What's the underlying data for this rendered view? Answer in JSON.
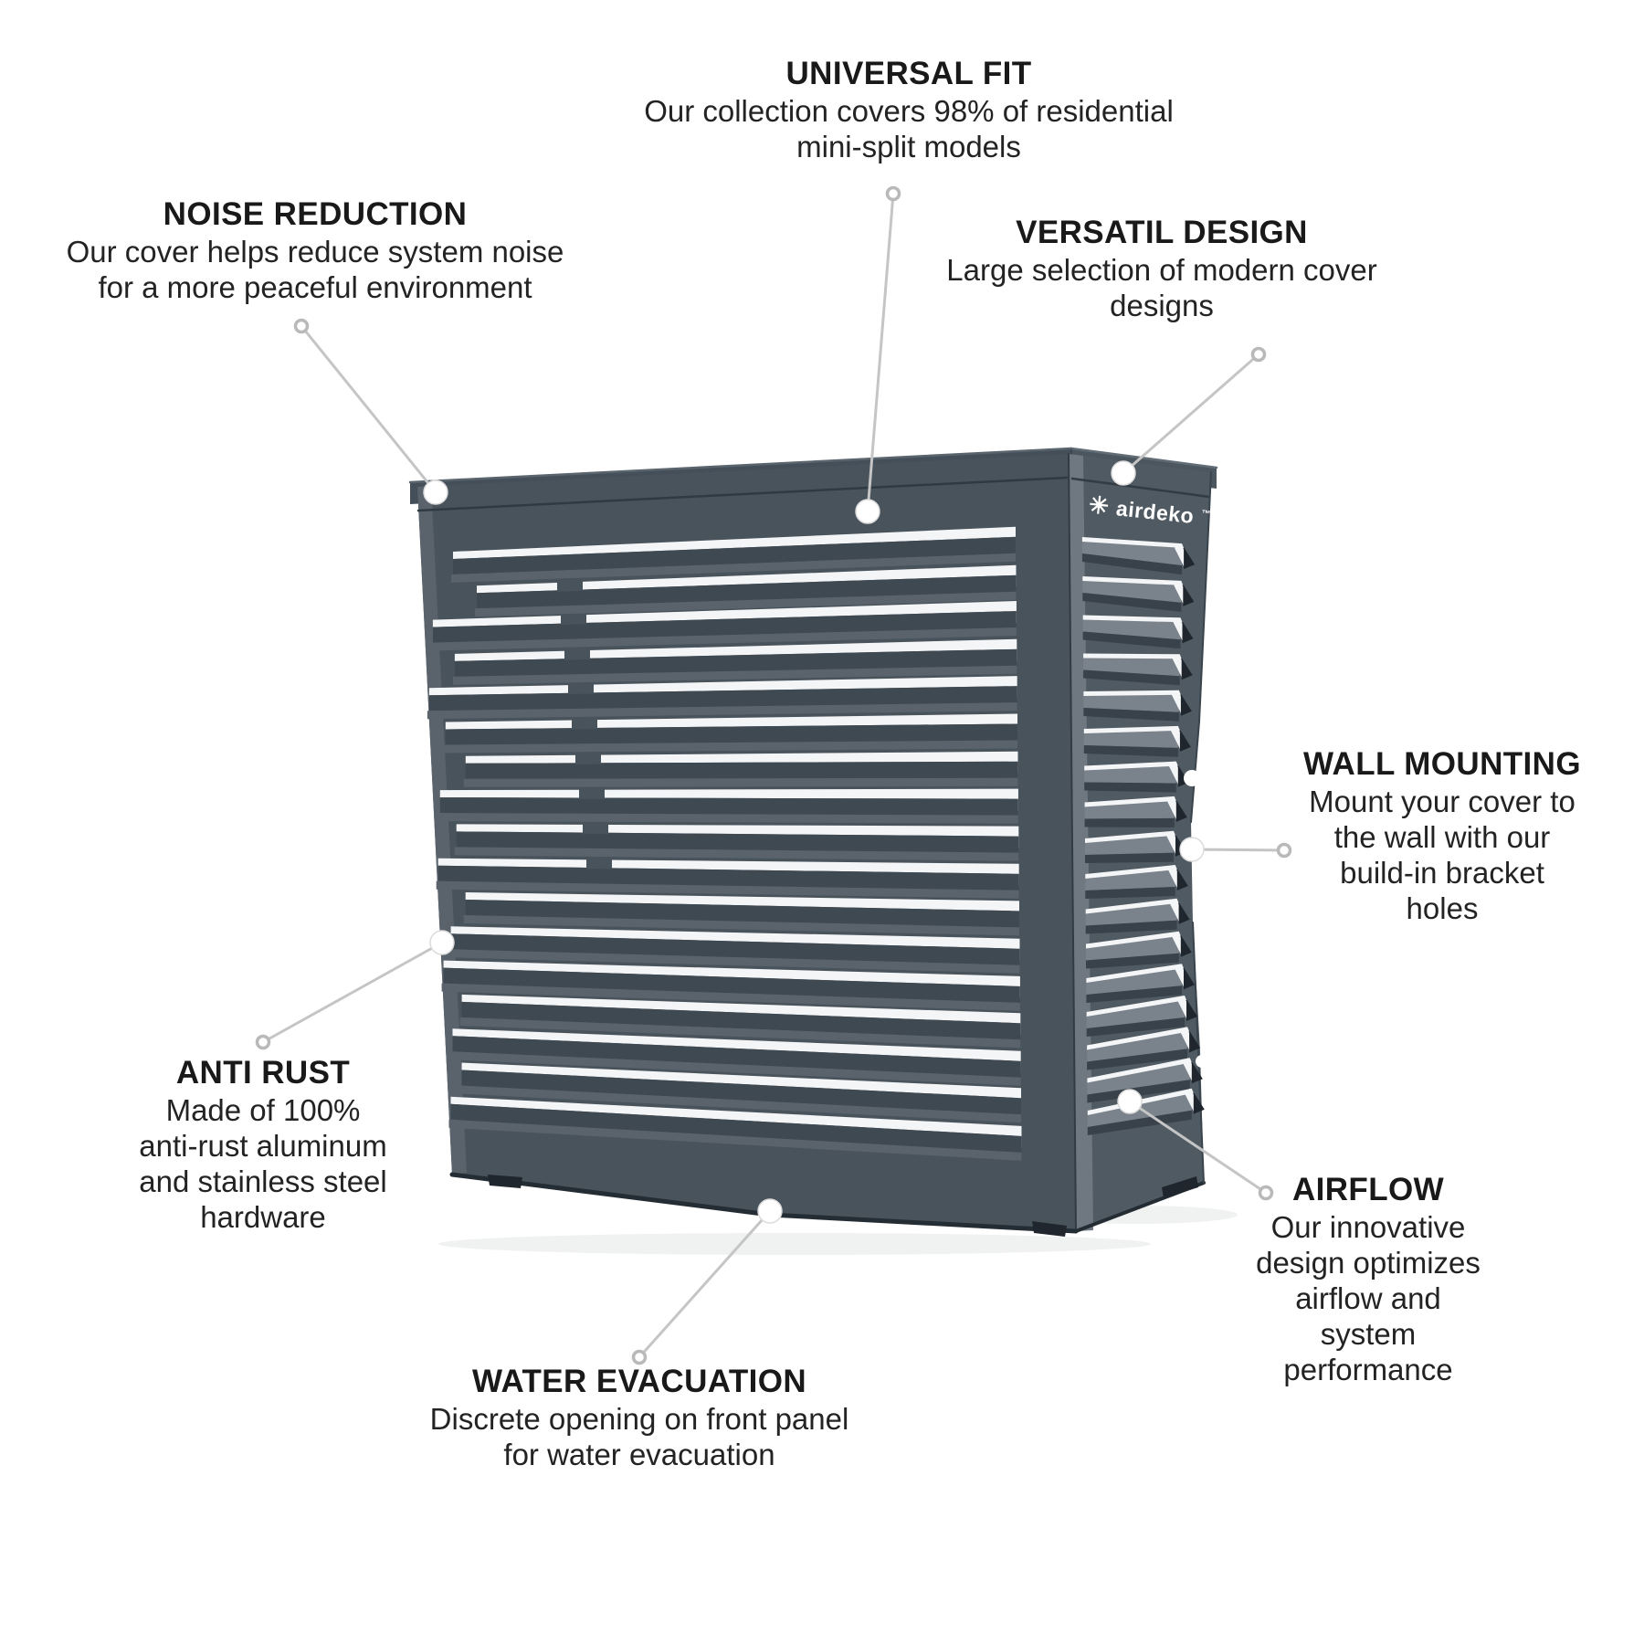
{
  "page": {
    "type": "product-feature-infographic",
    "background": "#ffffff"
  },
  "brand": {
    "name": "airdeko",
    "trademark": "™",
    "icon": "snowflake-icon",
    "icon_glyph": "✳",
    "logo_color": "#ffffff"
  },
  "product": {
    "name": "mini-split outdoor unit cover",
    "colors": {
      "front_base": "#49535c",
      "front_slat_dark": "#3f4952",
      "front_slat_light": "#5a636c",
      "side_base": "#505a63",
      "side_blade": "#7a828b",
      "side_shadow": "#39424a",
      "side_black": "#20262d",
      "lid_front": "#454f59",
      "lid_side": "#4c565f",
      "corner_highlight": "#6f7881",
      "edge_dark": "#252d34",
      "gap_white": "#f4f5f6",
      "connector": "#c5c5c5",
      "dot_ring": "#b9b9b9"
    }
  },
  "features": [
    {
      "id": "universal-fit",
      "title": "UNIVERSAL FIT",
      "lines": [
        "Our collection covers 98% of residential",
        "mini-split models"
      ]
    },
    {
      "id": "noise-reduction",
      "title": "NOISE REDUCTION",
      "lines": [
        "Our cover helps reduce system noise",
        "for a more peaceful environment"
      ]
    },
    {
      "id": "versatil-design",
      "title": "VERSATIL DESIGN",
      "lines": [
        "Large selection of modern cover",
        "designs"
      ]
    },
    {
      "id": "wall-mounting",
      "title": "WALL MOUNTING",
      "lines": [
        "Mount your cover to",
        "the wall with our",
        "build-in bracket",
        "holes"
      ]
    },
    {
      "id": "anti-rust",
      "title": "ANTI RUST",
      "lines": [
        "Made of 100%",
        "anti-rust aluminum",
        "and stainless steel",
        "hardware"
      ]
    },
    {
      "id": "airflow",
      "title": "AIRFLOW",
      "lines": [
        "Our innovative",
        "design optimizes",
        "airflow and",
        "system",
        "performance"
      ]
    },
    {
      "id": "water-evacuation",
      "title": "WATER EVACUATION",
      "lines": [
        "Discrete opening on front panel",
        "for water evacuation"
      ]
    }
  ]
}
